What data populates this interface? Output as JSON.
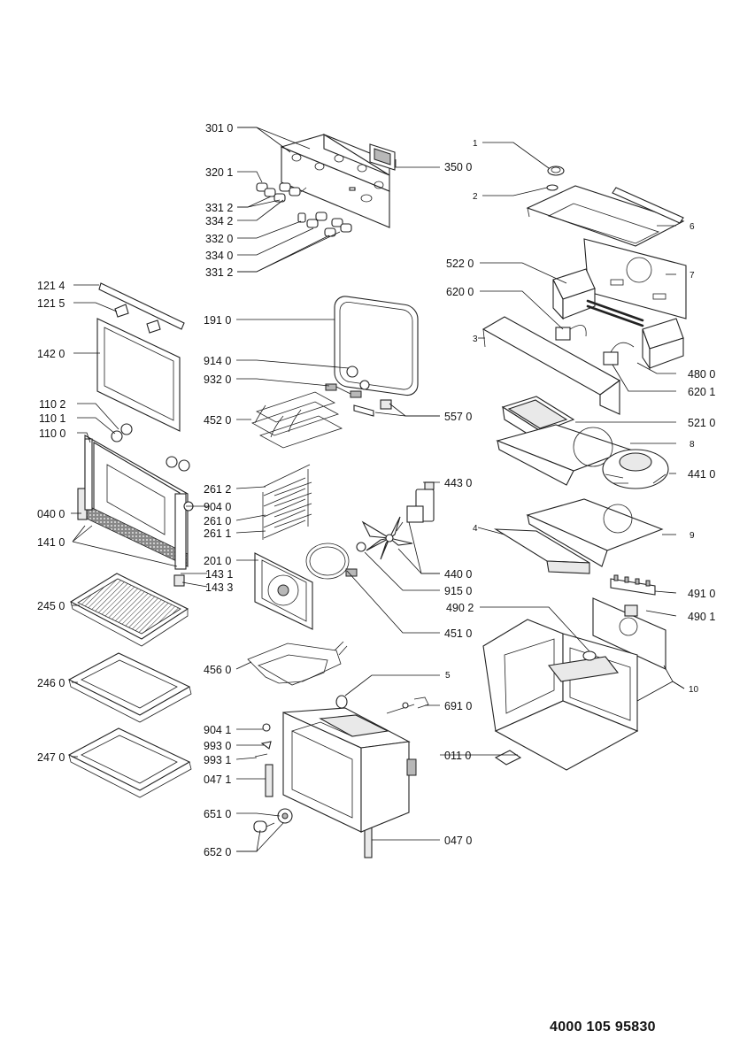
{
  "document_number": "4000 105 95830",
  "part_labels": [
    "301 0",
    "350 0",
    "320 1",
    "331 2",
    "334 2",
    "332 0",
    "334 0",
    "331 2",
    "121 4",
    "121 5",
    "142 0",
    "110 2",
    "110 1",
    "110 0",
    "040 0",
    "141 0",
    "143 1",
    "143 3",
    "191 0",
    "914 0",
    "932 0",
    "452 0",
    "557 0",
    "261 2",
    "904 0",
    "261 0",
    "261 1",
    "443 0",
    "440 0",
    "915 0",
    "201 0",
    "451 0",
    "456 0",
    "245 0",
    "246 0",
    "247 0",
    "904 1",
    "993 0",
    "993 1",
    "047 1",
    "651 0",
    "652 0",
    "047 0",
    "691 0",
    "011 0",
    "1",
    "2",
    "6",
    "7",
    "522 0",
    "620 0",
    "3",
    "480 0",
    "620 1",
    "521 0",
    "8",
    "441 0",
    "4",
    "9",
    "491 0",
    "490 2",
    "490 1",
    "10",
    "5"
  ]
}
